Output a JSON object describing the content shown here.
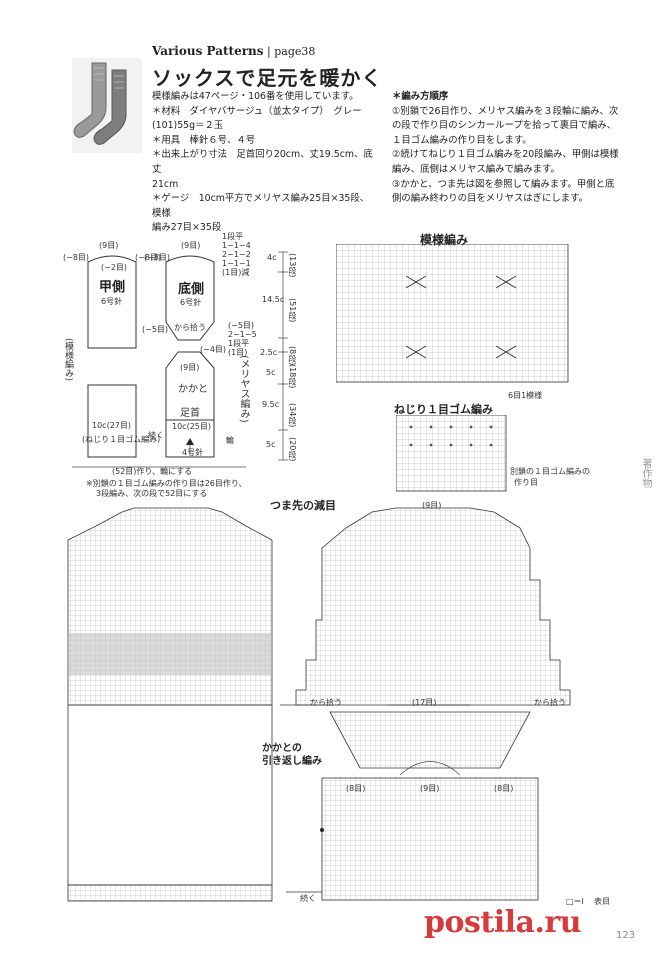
{
  "header": {
    "series_title": "Various Patterns",
    "page_ref": "page38",
    "title": "ソックスで足元を暖かく"
  },
  "specs": [
    "模様編みは47ページ・106番を使用しています。",
    "＊材料　ダイヤバサージュ（並太タイプ）　グレー",
    "(101)55g＝２玉",
    "＊用具　棒針６号、４号",
    "＊出来上がり寸法　足首回り20cm、丈19.5cm、底丈",
    "21cm",
    "＊ゲージ　10cm平方でメリヤス編み25目×35段、模様",
    "編み27目×35段"
  ],
  "steps": {
    "heading": "＊編み方順序",
    "items": [
      "①別鎖で26目作り、メリヤス編みを３段輪に編み、次",
      "の段で作り目のシンカーループを拾って裏目で編み、",
      "１目ゴム編みの作り目をします。",
      "②続けてねじり１目ゴム編みを20段編み、甲側は模様",
      "編み、底側はメリヤス編みで編みます。",
      "③かかと、つま先は図を参照して編みます。甲側と底",
      "側の編み終わりの目をメリヤスはぎにします。"
    ]
  },
  "schematic": {
    "top_panel": "甲側",
    "top_needle": "6号針",
    "sole_panel": "底側",
    "sole_needle": "6号針",
    "heel": "かかと",
    "ankle": "足首",
    "ankle_count": "10c(25目)",
    "cuff_needle": "4号針",
    "left_cuff": "(ねじり１目ゴム編み)",
    "left_count": "10c(27目)",
    "pattern_side": "(模様編み)",
    "stockinette_side": "(メリヤス編み)",
    "stitches_9": "(9目)",
    "dec_8": "(−8目)",
    "dec_2": "(−2目)",
    "dec_5": "(−5目)",
    "dec_4": "(−4目)",
    "from_pick": "から拾う",
    "round": "輪",
    "continue": "続く",
    "toe_dec_rule": [
      "1段平",
      "1−1−4",
      "2−1−2",
      "1−1−1",
      "(1目)減"
    ],
    "heel_dec_rule": [
      "2−1−5",
      "1段平",
      "(1目)"
    ],
    "heights": [
      "4c",
      "14.5c",
      "2.5c",
      "5c",
      "9.5c",
      "5c"
    ],
    "rows": [
      "(13段)",
      "(51段)",
      "(8段)",
      "(18段)",
      "(34段)",
      "(20段)"
    ],
    "cast_on": "(52目)作り、輪にする",
    "note_1": "※別鎖の１目ゴム編みの作り目は26目作り、",
    "note_2": "3段編み、次の段で52目にする"
  },
  "charts": {
    "pattern_title": "模様編み",
    "pattern_repeat": "6目1模様",
    "rib_title": "ねじり１目ゴム編み",
    "rib_note_1": "別鎖の１目ゴム編みの",
    "rib_note_2": "作り目",
    "toe_title": "つま先の減目",
    "heel_title_1": "かかとの",
    "heel_title_2": "引き返し編み",
    "toe_top": "(9目)",
    "mid_17": "(17目)",
    "heel_8a": "(8目)",
    "heel_9": "(9目)",
    "heel_8b": "(8目)",
    "pick_up": "から拾う",
    "continue": "続く",
    "legend_symbol": "□＝Ⅰ",
    "legend_text": "表目"
  },
  "sidebar_text": "著作物",
  "watermark": "postila.ru",
  "page_number": "123"
}
